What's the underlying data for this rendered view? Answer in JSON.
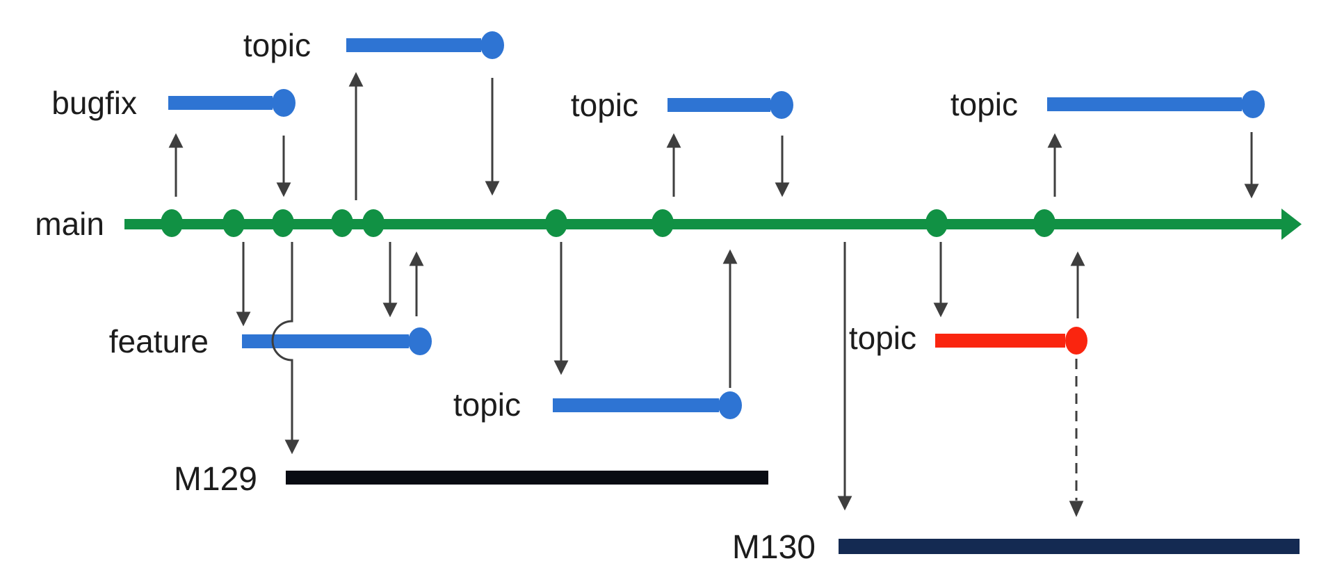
{
  "diagram": {
    "title_hint": "git release branching timeline",
    "labels": {
      "main": "main",
      "bugfix": "bugfix",
      "topic_top": "topic",
      "topic_mid": "topic",
      "topic_right": "topic",
      "feature": "feature",
      "topic_lower": "topic",
      "topic_red": "topic",
      "m129": "M129",
      "m130": "M130"
    },
    "main_branch": {
      "label": "main",
      "color": "#119144",
      "commit_count": 9,
      "commit_x_positions": [
        247,
        336,
        407,
        492,
        537,
        800,
        953,
        1347,
        1502
      ]
    },
    "branches": [
      {
        "label": "bugfix",
        "row": "above-main",
        "color": "#2E74D3",
        "starts_from_main": true,
        "merges_to_main": true
      },
      {
        "label": "topic",
        "row": "top",
        "color": "#2E74D3",
        "starts_from_main": true,
        "merges_to_main": true
      },
      {
        "label": "topic",
        "row": "above-main",
        "color": "#2E74D3",
        "starts_from_main": true,
        "merges_to_main": true
      },
      {
        "label": "topic",
        "row": "above-main",
        "color": "#2E74D3",
        "starts_from_main": true,
        "merges_to_main": true
      },
      {
        "label": "feature",
        "row": "below-main",
        "color": "#2E74D3",
        "starts_from_main": true,
        "merges_to_main": true,
        "note": "receives update from main before merge"
      },
      {
        "label": "topic",
        "row": "below-main",
        "color": "#2E74D3",
        "starts_from_main": true,
        "merges_to_main": true
      },
      {
        "label": "topic",
        "row": "below-main",
        "color": "#FA250F",
        "starts_from_main": true,
        "merges_to_main": true,
        "dashed_link_to": "M130"
      }
    ],
    "milestones": [
      {
        "label": "M129",
        "bar_color": "#080B12",
        "fed_by": "main (line hops over feature branch)"
      },
      {
        "label": "M130",
        "bar_color": "#142A52",
        "fed_by": "main; dashed from red topic"
      }
    ],
    "colors": {
      "main_green": "#119144",
      "branch_blue": "#2E74D3",
      "branch_red": "#FA250F",
      "arrow_gray": "#3E3E3E",
      "m129_bar": "#080B12",
      "m130_bar": "#142A52",
      "text": "#1c1c1c"
    }
  }
}
